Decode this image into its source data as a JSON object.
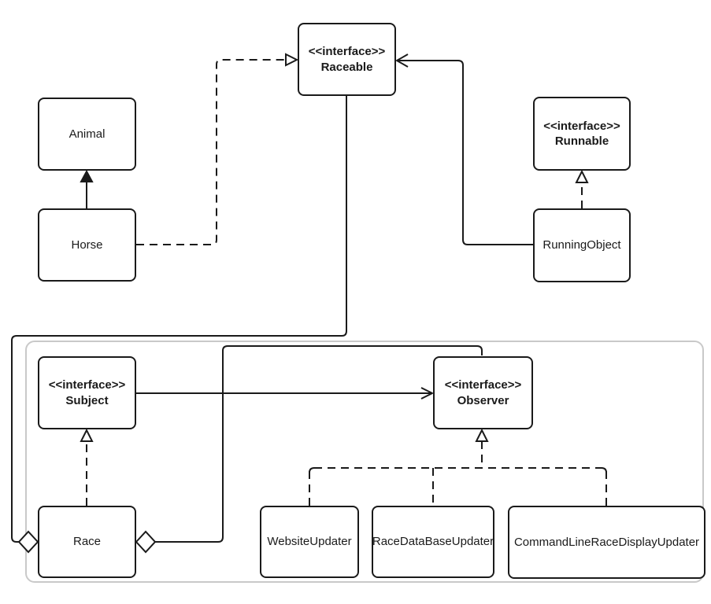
{
  "diagram": {
    "type": "uml-class-diagram",
    "nodes": {
      "raceable": {
        "stereotype": "<<interface>>",
        "name": "Raceable"
      },
      "animal": {
        "name": "Animal"
      },
      "horse": {
        "name": "Horse"
      },
      "runnable": {
        "stereotype": "<<interface>>",
        "name": "Runnable"
      },
      "running_object": {
        "name": "RunningObject"
      },
      "subject": {
        "stereotype": "<<interface>>",
        "name": "Subject"
      },
      "observer": {
        "stereotype": "<<interface>>",
        "name": "Observer"
      },
      "race": {
        "name": "Race"
      },
      "website_updater": {
        "name": "WebsiteUpdater"
      },
      "race_database_updater": {
        "name": "RaceDataBaseUpdater"
      },
      "command_line_race_display_updater": {
        "name": "CommandLineRaceDisplayUpdater"
      }
    },
    "relationships": [
      {
        "from": "Horse",
        "to": "Animal",
        "type": "generalization-solid-filled-arrow"
      },
      {
        "from": "Horse",
        "to": "Raceable",
        "type": "realization-dashed-hollow-triangle"
      },
      {
        "from": "RunningObject",
        "to": "Raceable",
        "type": "association-solid-open-arrow"
      },
      {
        "from": "RunningObject",
        "to": "Runnable",
        "type": "realization-dashed-hollow-triangle"
      },
      {
        "from": "Race",
        "to": "Raceable",
        "type": "aggregation-hollow-diamond-at-race"
      },
      {
        "from": "Race",
        "to": "Subject",
        "type": "realization-dashed-hollow-triangle"
      },
      {
        "from": "Subject",
        "to": "Observer",
        "type": "association-solid-open-arrow"
      },
      {
        "from": "Race",
        "to": "Observer",
        "type": "aggregation-hollow-diamond-at-race"
      },
      {
        "from": "WebsiteUpdater",
        "to": "Observer",
        "type": "realization-dashed-hollow-triangle"
      },
      {
        "from": "RaceDataBaseUpdater",
        "to": "Observer",
        "type": "realization-dashed-hollow-triangle"
      },
      {
        "from": "CommandLineRaceDisplayUpdater",
        "to": "Observer",
        "type": "realization-dashed-hollow-triangle"
      }
    ],
    "colors": {
      "line": "#1a1a1a",
      "group_border": "#c9c9c9",
      "node_fill": "#ffffff",
      "background": "#ffffff"
    }
  }
}
